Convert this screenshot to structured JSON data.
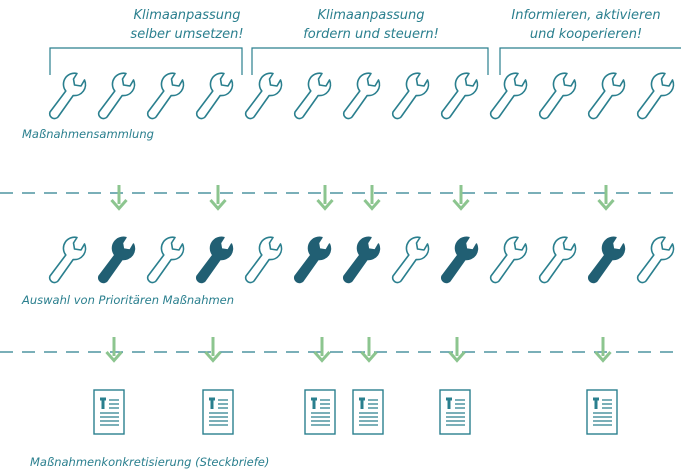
{
  "colors": {
    "teal": "#2a7f8e",
    "teal_fill": "#215f73",
    "green": "#8cc58f",
    "white": "#ffffff"
  },
  "headers": [
    {
      "line1": "Klimaanpassung",
      "line2": "selber umsetzen!"
    },
    {
      "line1": "Klimaanpassung",
      "line2": "fordern und steuern!"
    },
    {
      "line1": "Informieren, aktivieren",
      "line2": "und kooperieren!"
    }
  ],
  "labels": {
    "row1": "Maßnahmensammlung",
    "row2": "Auswahl von Prioritären Maßnahmen",
    "row3": "Maßnahmenkonkretisierung (Steckbriefe)"
  },
  "icons": {
    "row1": {
      "icon": "wrench-outline-icon",
      "count": 13
    },
    "row2": {
      "icons": [
        "outline",
        "filled",
        "outline",
        "filled",
        "outline",
        "filled",
        "filled",
        "outline",
        "filled",
        "outline",
        "outline",
        "filled",
        "outline"
      ]
    },
    "row3": {
      "icon": "document-icon",
      "count": 6
    }
  }
}
